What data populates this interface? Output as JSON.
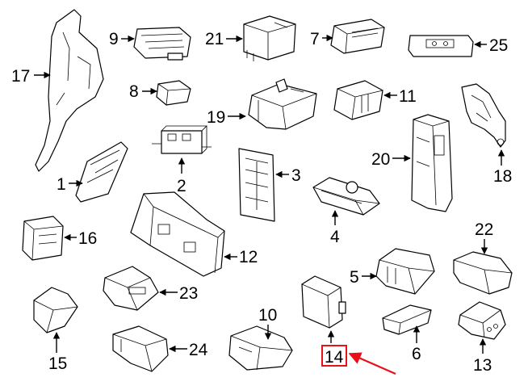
{
  "callouts": {
    "c1": "1",
    "c2": "2",
    "c3": "3",
    "c4": "4",
    "c5": "5",
    "c6": "6",
    "c7": "7",
    "c8": "8",
    "c9": "9",
    "c10": "10",
    "c11": "11",
    "c12": "12",
    "c13": "13",
    "c14": "14",
    "c15": "15",
    "c16": "16",
    "c17": "17",
    "c18": "18",
    "c19": "19",
    "c20": "20",
    "c21": "21",
    "c22": "22",
    "c23": "23",
    "c24": "24",
    "c25": "25"
  },
  "highlight": {
    "part": "14",
    "box_color": "#e8101b",
    "arrow_color": "#e8101b"
  }
}
